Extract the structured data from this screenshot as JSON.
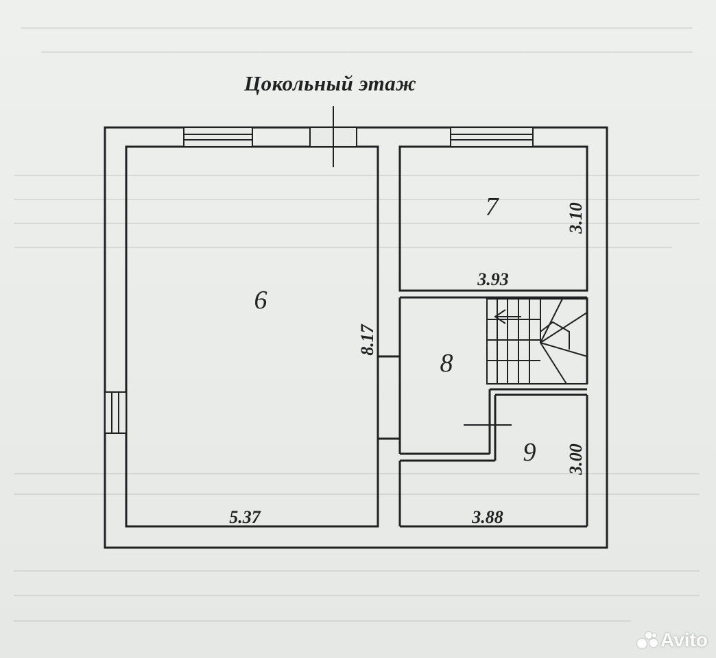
{
  "title": "Цокольный этаж",
  "rooms": {
    "r6": "6",
    "r7": "7",
    "r8": "8",
    "r9": "9"
  },
  "dimensions": {
    "room6_width": "5.37",
    "room6_height": "8.17",
    "room7_width": "3.93",
    "room7_height": "3.10",
    "room9_width": "3.88",
    "room9_height": "3.00"
  },
  "watermark": {
    "brand": "Avito"
  },
  "colors": {
    "ink": "#1f2222",
    "paper": "#e9ebe9"
  }
}
